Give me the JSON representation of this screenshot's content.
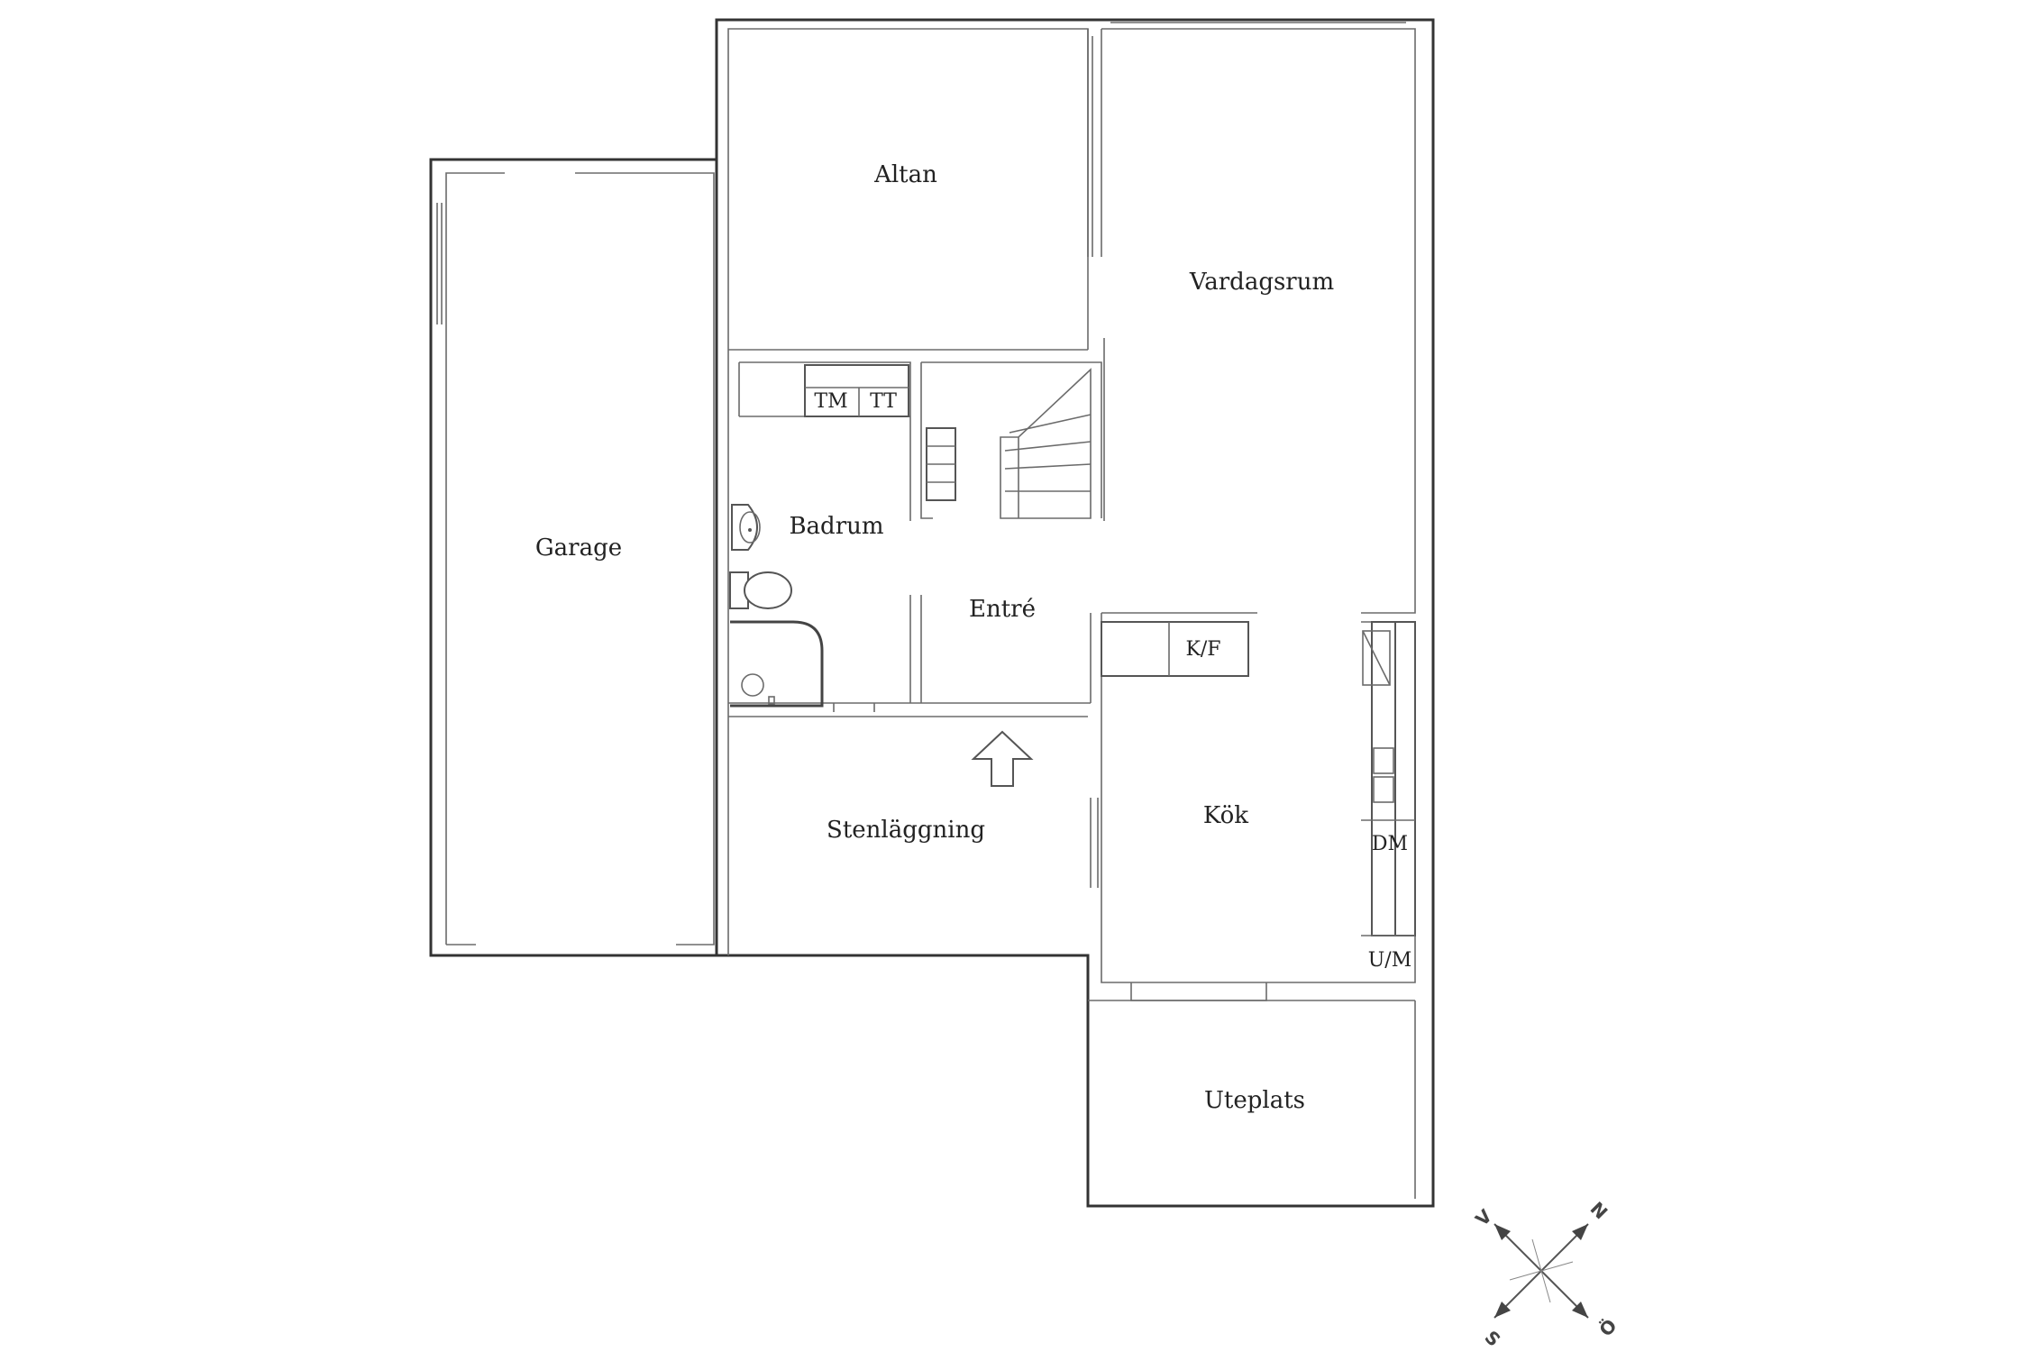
{
  "rooms": {
    "altan": "Altan",
    "vardagsrum": "Vardagsrum",
    "garage": "Garage",
    "badrum": "Badrum",
    "entre": "Entré",
    "stenlaggning": "Stenläggning",
    "kok": "Kök",
    "uteplats": "Uteplats"
  },
  "fixtures": {
    "tm": "TM",
    "tt": "TT",
    "kf": "K/F",
    "dm": "DM",
    "um": "U/M"
  },
  "compass": {
    "north": "N",
    "east": "Ö",
    "south": "S",
    "west": "V"
  }
}
